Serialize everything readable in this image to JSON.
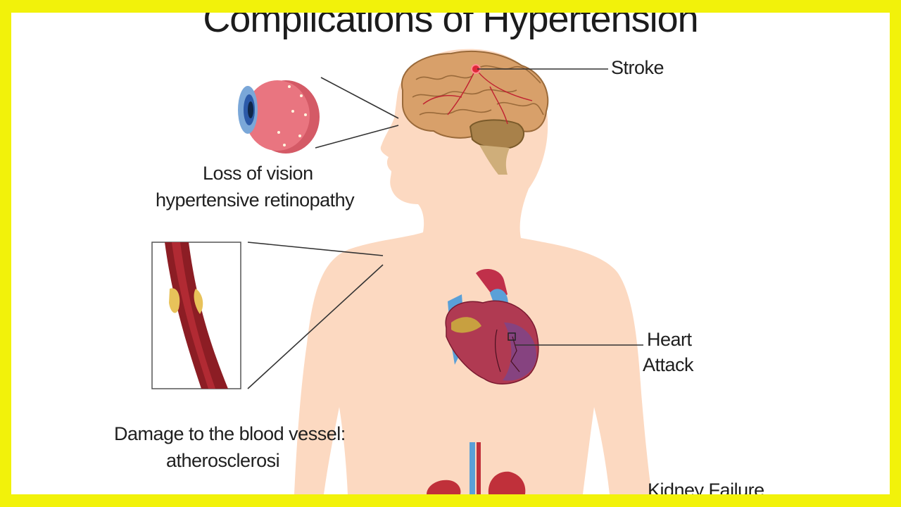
{
  "title": "Complications of Hypertension",
  "labels": {
    "stroke": "Stroke",
    "vision_line1": "Loss of vision",
    "vision_line2": "hypertensive retinopathy",
    "heart_line1": "Heart",
    "heart_line2": "Attack",
    "vessel_line1": "Damage to the blood vessel:",
    "vessel_line2": "atherosclerosi",
    "kidney": "Kidney Failure"
  },
  "colors": {
    "frame_border": "#f2f20a",
    "skin": "#fcd9c1",
    "brain": "#d8a06a",
    "vessel": "#8c1d24",
    "plaque": "#e8c25a",
    "heart": "#b03a52",
    "kidney": "#c0303a"
  }
}
